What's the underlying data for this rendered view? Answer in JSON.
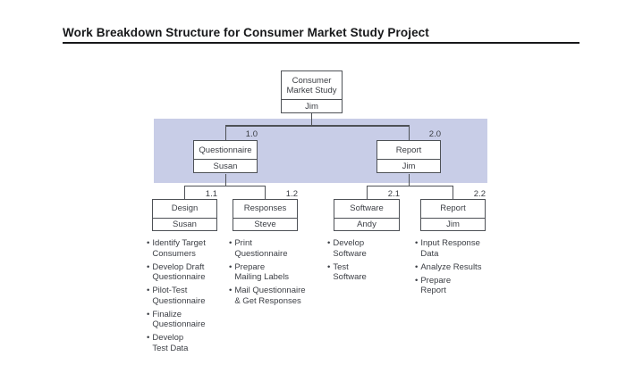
{
  "title": "Work Breakdown Structure for Consumer Market Study Project",
  "bullet_glyph": "•",
  "colors": {
    "band": "#c8cde7",
    "line": "#4e5156",
    "text": "#3b3e44",
    "title_text": "#17181a",
    "box_fill": "#ffffff"
  },
  "diagram": {
    "root": {
      "name": "Consumer\nMarket Study",
      "owner": "Jim"
    },
    "level2": [
      {
        "id": "1.0",
        "name": "Questionnaire",
        "owner": "Susan"
      },
      {
        "id": "2.0",
        "name": "Report",
        "owner": "Jim"
      }
    ],
    "level3": [
      {
        "id": "1.1",
        "name": "Design",
        "owner": "Susan",
        "tasks": [
          {
            "lines": [
              "Identify Target",
              "Consumers"
            ]
          },
          {
            "lines": [
              "Develop Draft",
              "Questionnaire"
            ]
          },
          {
            "lines": [
              "Pilot-Test",
              "Questionnaire"
            ]
          },
          {
            "lines": [
              "Finalize",
              "Questionnaire"
            ]
          },
          {
            "lines": [
              "Develop",
              "Test Data"
            ]
          }
        ]
      },
      {
        "id": "1.2",
        "name": "Responses",
        "owner": "Steve",
        "tasks": [
          {
            "lines": [
              "Print",
              "Questionnaire"
            ]
          },
          {
            "lines": [
              "Prepare",
              "Mailing Labels"
            ]
          },
          {
            "lines": [
              "Mail Questionnaire",
              "& Get Responses"
            ]
          }
        ]
      },
      {
        "id": "2.1",
        "name": "Software",
        "owner": "Andy",
        "tasks": [
          {
            "lines": [
              "Develop",
              "Software"
            ]
          },
          {
            "lines": [
              "Test",
              "Software"
            ]
          }
        ]
      },
      {
        "id": "2.2",
        "name": "Report",
        "owner": "Jim",
        "tasks": [
          {
            "lines": [
              "Input Response",
              "Data"
            ]
          },
          {
            "lines": [
              "Analyze Results"
            ]
          },
          {
            "lines": [
              "Prepare",
              "Report"
            ]
          }
        ]
      }
    ]
  }
}
